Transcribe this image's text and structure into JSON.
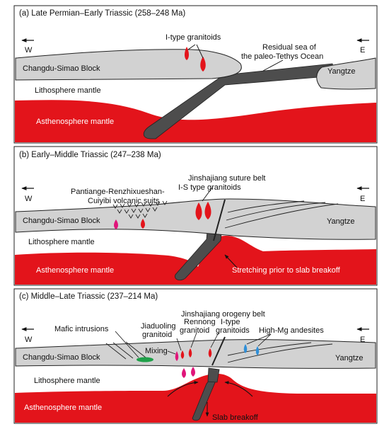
{
  "colors": {
    "asthenosphere": "#e3141b",
    "block": "#d2d2d2",
    "slab": "#4d4d4d",
    "granitoid": "#e3141b",
    "mafic": "#1fa049",
    "mixing": "#e0157a",
    "andesite": "#2f8fd8",
    "outline": "#222222"
  },
  "panel_a": {
    "title": "(a) Late Permian–Early Triassic (258–248 Ma)",
    "west": "W",
    "east": "E",
    "labels": {
      "granitoids": "I-type granitoids",
      "sea_line1": "Residual sea of",
      "sea_line2": "the paleo-Tethys Ocean",
      "block": "Changdu-Simao Block",
      "yangtze": "Yangtze",
      "litho": "Lithosphere mantle",
      "astheno": "Asthenosphere mantle"
    }
  },
  "panel_b": {
    "title": "(b) Early–Middle Triassic (247–238 Ma)",
    "west": "W",
    "east": "E",
    "labels": {
      "suture": "Jinshajiang suture belt",
      "is_granitoids": "I-S type granitoids",
      "volc_line1": "Pantiange-Renzhixueshan-",
      "volc_line2": "Cuiyibi volcanic suits",
      "block": "Changdu-Simao Block",
      "yangtze": "Yangtze",
      "litho": "Lithosphere mantle",
      "astheno": "Asthenosphere mantle",
      "stretching": "Stretching prior to slab breakoff"
    }
  },
  "panel_c": {
    "title": "(c) Middle–Late Triassic (237–214 Ma)",
    "west": "W",
    "east": "E",
    "labels": {
      "orogeny": "Jinshajiang orogeny belt",
      "rennong_line1": "Rennong",
      "rennong_line2": "granitoid",
      "itype_line1": "I-type",
      "itype_line2": "granitoids",
      "jiaduoling_line1": "Jiaduoling",
      "jiaduoling_line2": "granitoid",
      "mafic": "Mafic intrusions",
      "highmg": "High-Mg andesites",
      "mixing": "Mixing",
      "block": "Changdu-Simao Block",
      "yangtze": "Yangtze",
      "litho": "Lithosphere mantle",
      "astheno": "Asthenosphere mantle",
      "breakoff": "Slab breakoff"
    }
  }
}
